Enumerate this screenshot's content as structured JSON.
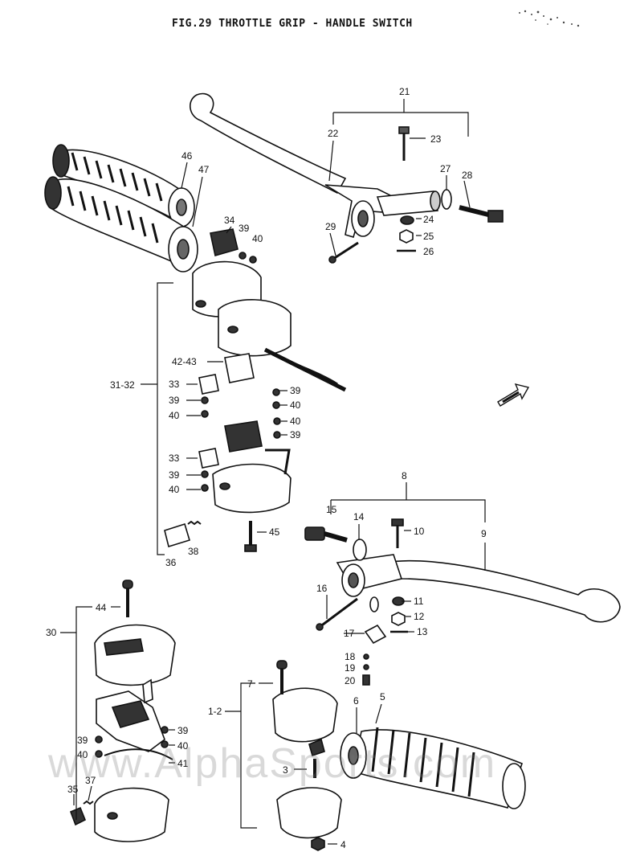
{
  "title": "FIG.29  THROTTLE GRIP - HANDLE SWITCH",
  "watermark": "www.AlphaSports.com",
  "callouts": {
    "c1_2": "1-2",
    "c3": "3",
    "c4": "4",
    "c5": "5",
    "c6": "6",
    "c7": "7",
    "c8": "8",
    "c9": "9",
    "c10": "10",
    "c11": "11",
    "c12": "12",
    "c13": "13",
    "c14": "14",
    "c15": "15",
    "c16": "16",
    "c17": "17",
    "c18": "18",
    "c19": "19",
    "c20": "20",
    "c21": "21",
    "c22": "22",
    "c23": "23",
    "c24": "24",
    "c25": "25",
    "c26": "26",
    "c27": "27",
    "c28": "28",
    "c29": "29",
    "c30": "30",
    "c31_32": "31-32",
    "c33a": "33",
    "c33b": "33",
    "c34": "34",
    "c35": "35",
    "c36": "36",
    "c37": "37",
    "c38": "38",
    "c39a": "39",
    "c39b": "39",
    "c39c": "39",
    "c39d": "39",
    "c39e": "39",
    "c39f": "39",
    "c39g": "39",
    "c40a": "40",
    "c40b": "40",
    "c40c": "40",
    "c40d": "40",
    "c40e": "40",
    "c40f": "40",
    "c40g": "40",
    "c41": "41",
    "c42_43": "42-43",
    "c44": "44",
    "c45": "45",
    "c46": "46",
    "c47": "47"
  }
}
